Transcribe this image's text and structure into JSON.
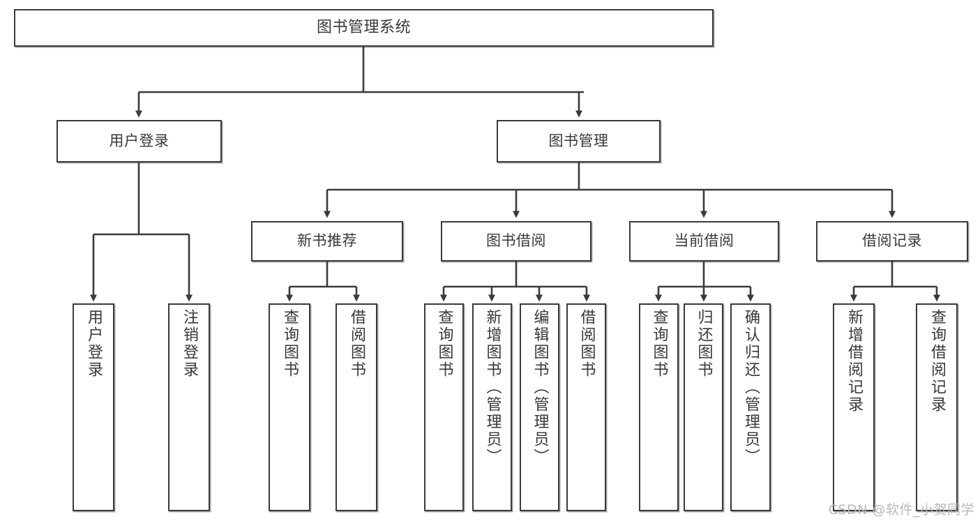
{
  "diagram": {
    "title": "图书管理系统",
    "watermark": "CSDN @软件_小贺同学",
    "stroke_color": "#3a3a3a",
    "text_color": "#383838",
    "background": "#ffffff",
    "root": {
      "label": "图书管理系统"
    },
    "level2": [
      {
        "label": "用户登录"
      },
      {
        "label": "图书管理"
      }
    ],
    "level3": [
      {
        "label": "新书推荐"
      },
      {
        "label": "图书借阅"
      },
      {
        "label": "当前借阅"
      },
      {
        "label": "借阅记录"
      }
    ],
    "leaves": {
      "user_login": [
        {
          "label": "用户登录"
        },
        {
          "label": "注销登录"
        }
      ],
      "new_book": [
        {
          "label": "查询图书"
        },
        {
          "label": "借阅图书"
        }
      ],
      "book_borrow": [
        {
          "label": "查询图书"
        },
        {
          "label": "新增图书（管理员）"
        },
        {
          "label": "编辑图书（管理员）"
        },
        {
          "label": "借阅图书"
        }
      ],
      "current_borrow": [
        {
          "label": "查询图书"
        },
        {
          "label": "归还图书"
        },
        {
          "label": "确认归还（管理员）"
        }
      ],
      "borrow_record": [
        {
          "label": "新增借阅记录"
        },
        {
          "label": "查询借阅记录"
        }
      ]
    }
  }
}
